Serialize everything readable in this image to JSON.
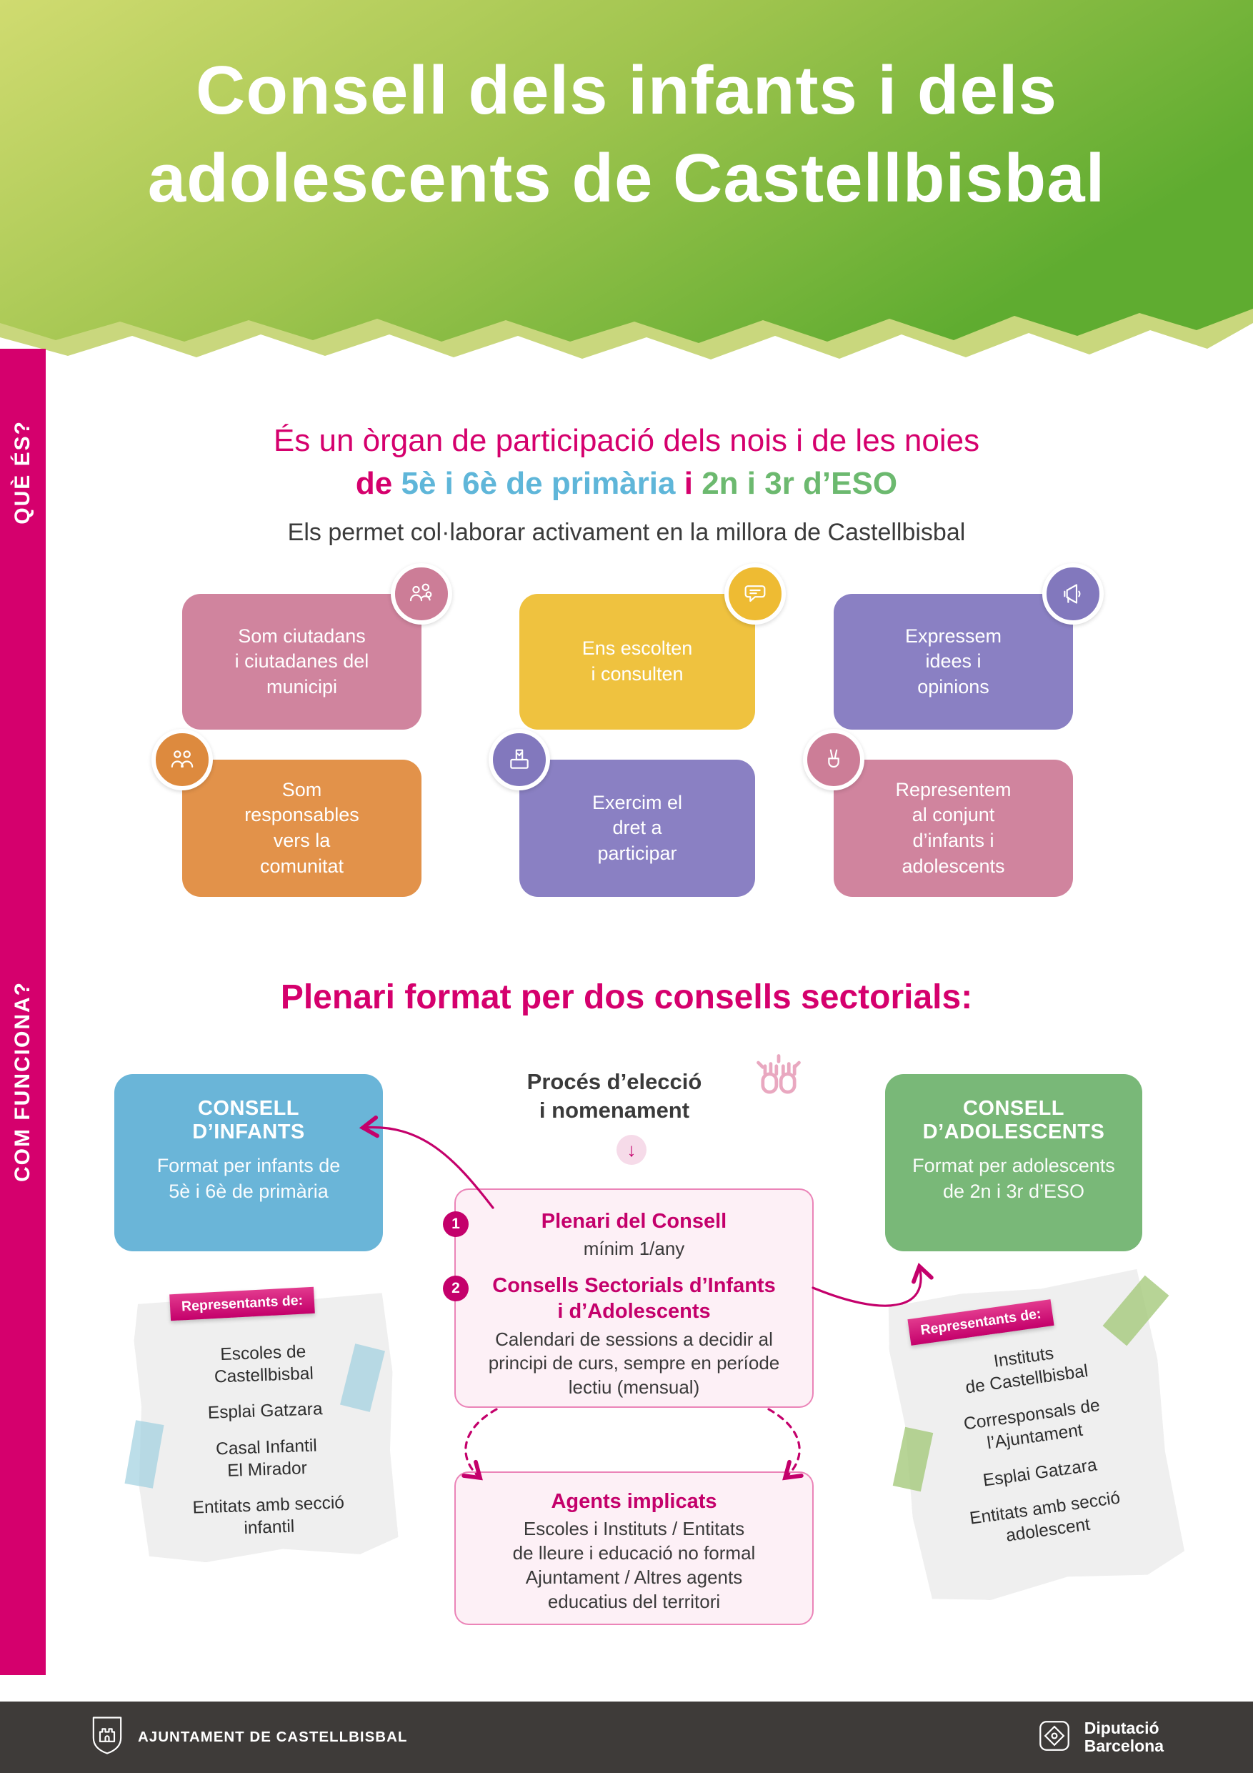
{
  "header": {
    "title": "Consell dels infants i dels\nadolescents de Castellbisbal"
  },
  "sidebar": {
    "que_es": "QUÈ ÉS?",
    "com_funciona": "COM FUNCIONA?"
  },
  "intro": {
    "line1": "És un òrgan de participació dels nois i de les noies",
    "line2_prefix": "de",
    "line2_primaria": "5è i 6è de primària",
    "line2_mid": "i",
    "line2_eso": "2n i 3r d’ESO",
    "line3": "Els permet col·laborar activament en la millora de Castellbisbal"
  },
  "benefit_cards": [
    {
      "text": "Som ciutadans\ni ciutadanes del\nmunicipi",
      "color": "#d0849e",
      "icon": "citizens-group-icon"
    },
    {
      "text": "Ens escolten\ni consulten",
      "color": "#efc23f",
      "icon": "speech-bubble-icon"
    },
    {
      "text": "Expressem\nidees i\nopinions",
      "color": "#8a80c3",
      "icon": "megaphone-icon"
    },
    {
      "text": "Som\nresponsables\nvers la\ncomunitat",
      "color": "#e2924a",
      "icon": "community-icon"
    },
    {
      "text": "Exercim el\ndret a\nparticipar",
      "color": "#8a80c3",
      "icon": "vote-icon"
    },
    {
      "text": "Representem\nal conjunt\nd’infants i\nadolescents",
      "color": "#d0849e",
      "icon": "peace-hand-icon"
    }
  ],
  "how": {
    "heading": "Plenari format per dos consells sectorials:",
    "consell_infants": {
      "title": "CONSELL\nD’INFANTS",
      "subtitle": "Format per infants de\n5è i 6è de primària"
    },
    "process_title": "Procés d’elecció\ni nomenament",
    "consell_adolescents": {
      "title": "CONSELL\nD’ADOLESCENTS",
      "subtitle": "Format per adolescents\nde 2n i 3r d’ESO"
    },
    "steps": [
      {
        "num": "1",
        "title": "Plenari del Consell",
        "body": "mínim 1/any"
      },
      {
        "num": "2",
        "title": "Consells Sectorials d’Infants\ni d’Adolescents",
        "body": "Calendari de sessions a decidir al\nprincipi de curs, sempre en període\nlectiu (mensual)"
      }
    ],
    "agents": {
      "title": "Agents implicats",
      "body": "Escoles i Instituts / Entitats\nde lleure i educació no formal\nAjuntament / Altres agents\neducatius del territori"
    },
    "left_note": {
      "ribbon": "Representants de:",
      "items": [
        "Escoles de\nCastellbisbal",
        "Esplai Gatzara",
        "Casal Infantil\nEl Mirador",
        "Entitats amb secció\ninfantil"
      ]
    },
    "right_note": {
      "ribbon": "Representants de:",
      "items": [
        "Instituts\nde Castellbisbal",
        "Corresponsals de\nl’Ajuntament",
        "Esplai Gatzara",
        "Entitats amb secció\nadolescent"
      ]
    }
  },
  "icons": {
    "down_arrow": "↓"
  },
  "footer": {
    "left_label": "AJUNTAMENT DE CASTELLBISBAL",
    "right_line1": "Diputació",
    "right_line2": "Barcelona"
  },
  "colors": {
    "magenta": "#d5006d",
    "header_gradient_start": "#d0db70",
    "header_gradient_mid": "#9fc44e",
    "header_gradient_end": "#5fac30",
    "card_pink": "#d0849e",
    "card_yellow": "#efc23f",
    "card_purple": "#8a80c3",
    "card_orange": "#e2924a",
    "box_blue": "#6ab5d8",
    "box_green": "#79b878",
    "text_blue": "#5fb6d9",
    "text_green": "#6cb96f",
    "panel_pink": "#fdf0f6",
    "footer_bg": "#3e3b39",
    "tape_blue": "#9fd0e0",
    "tape_green": "#a5c97c",
    "paper": "#efefef"
  }
}
